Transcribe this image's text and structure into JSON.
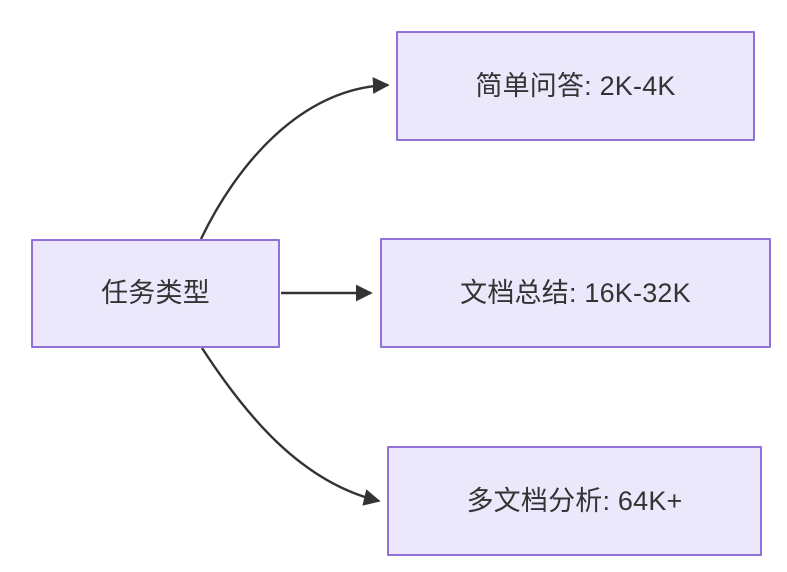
{
  "diagram": {
    "type": "flowchart",
    "direction": "left-to-right",
    "background_color": "#ffffff",
    "node_fill_color": "#ebe8fb",
    "node_border_color": "#9171d8",
    "node_text_color": "#333333",
    "edge_color": "#333333",
    "root": {
      "id": "root",
      "label": "任务类型"
    },
    "branches": [
      {
        "id": "simple-qa",
        "label": "简单问答: 2K-4K",
        "edge_style": "curved-up",
        "edge_arrowhead": "filled-triangle"
      },
      {
        "id": "doc-summary",
        "label": "文档总结: 16K-32K",
        "edge_style": "straight",
        "edge_arrowhead": "filled-triangle"
      },
      {
        "id": "multi-doc",
        "label": "多文档分析: 64K+",
        "edge_style": "curved-down",
        "edge_arrowhead": "filled-triangle"
      }
    ]
  }
}
